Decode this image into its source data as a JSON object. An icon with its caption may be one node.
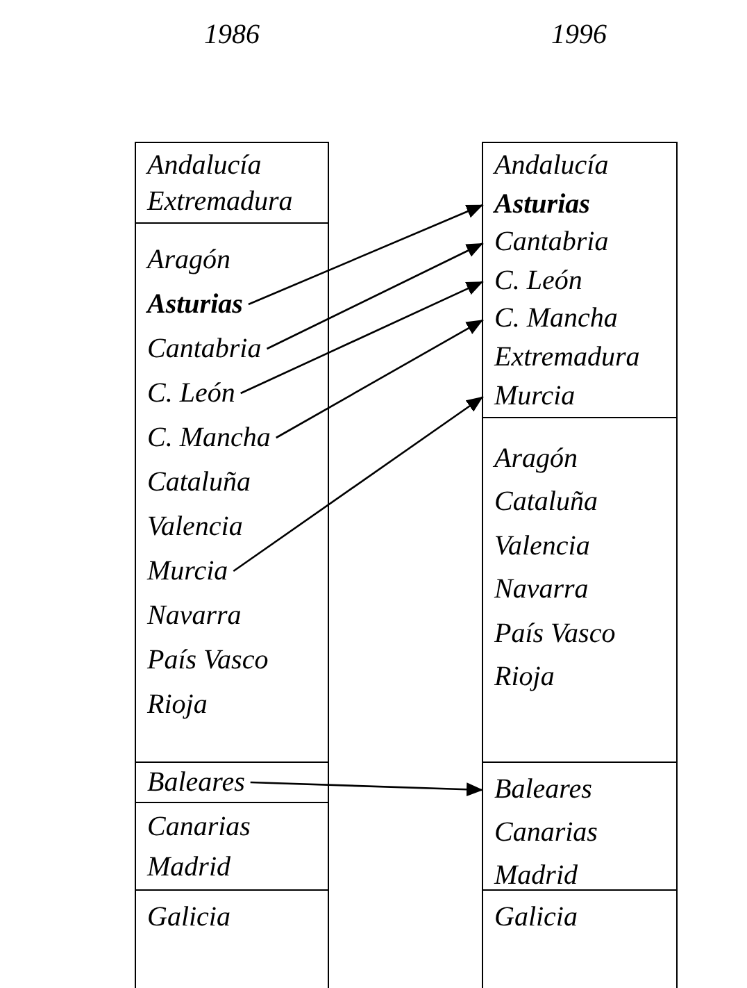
{
  "diagram": {
    "nodes": [
      {
        "text": [],
        "shape": "box"
      },
      {
        "text": [
          "Andalucía"
        ],
        "in": 0
      },
      {
        "text": [
          "Extremadura"
        ],
        "in": 0
      },
      {
        "text": [],
        "shape": "box"
      },
      {
        "text": [
          "Aragón"
        ],
        "in": 3
      },
      {
        "text": [
          "Asturias"
        ],
        "in": 3
      },
      {
        "text": [
          "Cantabria"
        ],
        "in": 3
      },
      {
        "text": [
          "C. León"
        ],
        "in": 3
      },
      {
        "text": [
          "C. Mancha"
        ],
        "in": 3
      },
      {
        "text": [
          "Cataluña"
        ],
        "in": 3
      },
      {
        "text": [
          "Valencia"
        ],
        "in": 3
      },
      {
        "text": [
          "Murcia"
        ],
        "in": 3
      },
      {
        "text": [
          "Navarra"
        ],
        "in": 3
      },
      {
        "text": [
          "País Vasco"
        ],
        "in": 3
      },
      {
        "text": [
          "Rioja"
        ],
        "in": 3
      },
      {
        "text": [],
        "shape": "box"
      },
      {
        "text": [
          "Baleares"
        ],
        "in": 15
      },
      {
        "text": [],
        "shape": "box"
      },
      {
        "text": [
          "Canarias"
        ],
        "in": 17
      },
      {
        "text": [
          "Madrid"
        ],
        "in": 17
      },
      {
        "text": [],
        "shape": "box"
      },
      {
        "text": [
          "Galicia"
        ],
        "in": 20
      },
      {
        "text": [],
        "shape": "box"
      },
      {
        "text": [
          "Andalucía"
        ],
        "in": 22
      },
      {
        "text": [
          "Asturias"
        ],
        "in": 22
      },
      {
        "text": [
          "Cantabria"
        ],
        "in": 22
      },
      {
        "text": [
          "C. León"
        ],
        "in": 22
      },
      {
        "text": [
          "C. Mancha"
        ],
        "in": 22
      },
      {
        "text": [
          "Extremadura"
        ],
        "in": 22
      },
      {
        "text": [
          "Murcia"
        ],
        "in": 22
      },
      {
        "text": [],
        "shape": "box"
      },
      {
        "text": [
          "Aragón"
        ],
        "in": 30
      },
      {
        "text": [
          "Cataluña"
        ],
        "in": 30
      },
      {
        "text": [
          "Valencia"
        ],
        "in": 30
      },
      {
        "text": [
          "Navarra"
        ],
        "in": 30
      },
      {
        "text": [
          "País Vasco"
        ],
        "in": 30
      },
      {
        "text": [
          "Rioja"
        ],
        "in": 30
      },
      {
        "text": [],
        "shape": "box"
      },
      {
        "text": [
          "Baleares"
        ],
        "in": 37
      },
      {
        "text": [
          "Canarias"
        ],
        "in": 37
      },
      {
        "text": [
          "Madrid"
        ],
        "in": 37
      },
      {
        "text": [],
        "shape": "box"
      },
      {
        "text": [
          "Galicia"
        ],
        "in": 41
      }
    ],
    "edges": [
      {
        "from": 5,
        "to": 24,
        "arrow": "to"
      },
      {
        "from": 6,
        "to": 25,
        "arrow": "to"
      },
      {
        "from": 7,
        "to": 26,
        "arrow": "to"
      },
      {
        "from": 8,
        "to": 27,
        "arrow": "to"
      },
      {
        "from": 11,
        "to": 29,
        "arrow": "to"
      },
      {
        "from": 16,
        "to": 38,
        "arrow": "to"
      }
    ],
    "labels": [
      "1986",
      "1996"
    ]
  }
}
